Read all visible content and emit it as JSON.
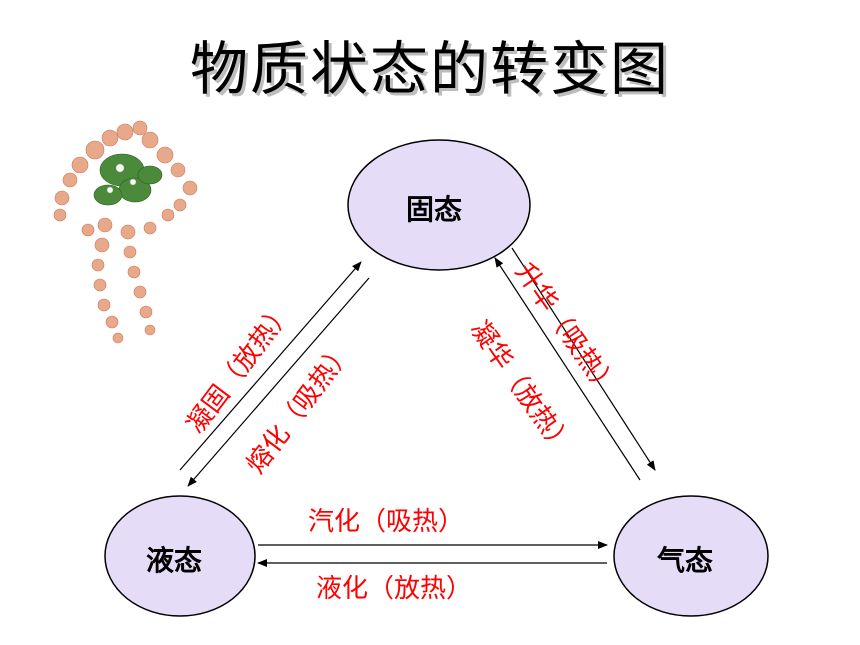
{
  "title": "物质状态的转变图",
  "nodes": {
    "solid": "固态",
    "liquid": "液态",
    "gas": "气态"
  },
  "edges": {
    "solidify": "凝固（放热）",
    "melt": "熔化（吸热）",
    "sublimate": "升华（吸热）",
    "deposit": "凝华（放热）",
    "vaporize": "汽化（吸热）",
    "liquefy": "液化（放热）"
  },
  "colors": {
    "node_fill": "#e5dcf7",
    "edge_text": "#ff0000",
    "decoration": "#e8a88a"
  }
}
